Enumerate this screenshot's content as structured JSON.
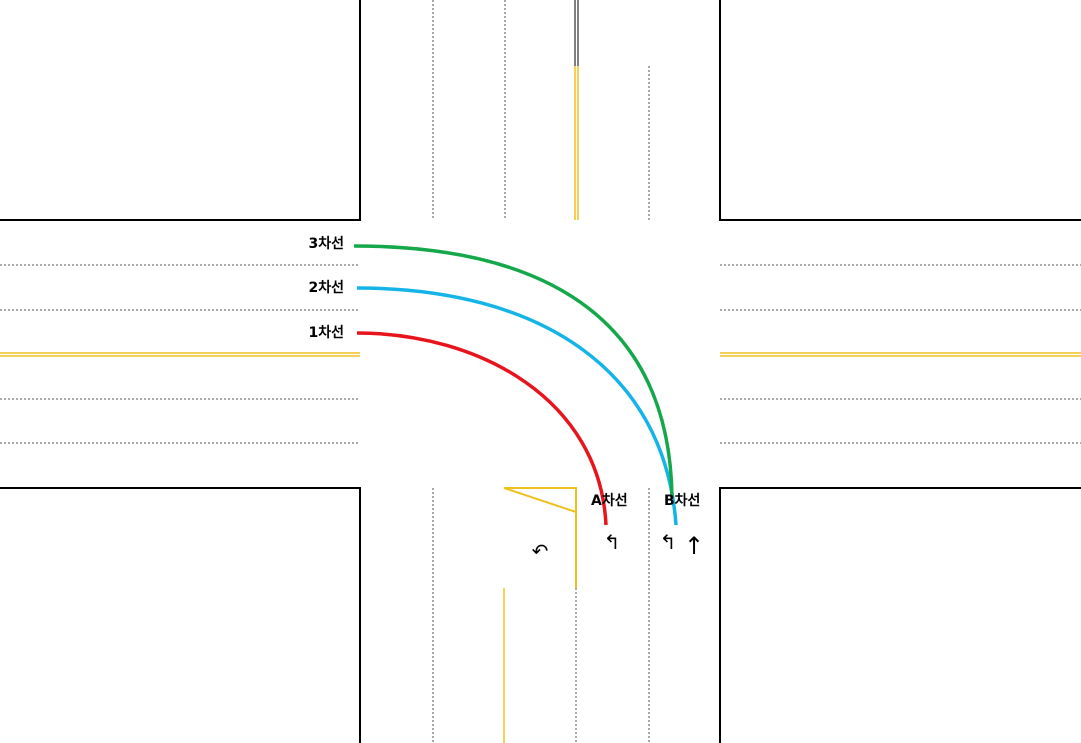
{
  "labels": {
    "lane1": "1차선",
    "lane2": "2차선",
    "lane3": "3차선",
    "laneA": "A차선",
    "laneB": "B차선"
  },
  "arrows": {
    "uturn": "↶",
    "left_a": "↰",
    "left_b": "↰",
    "straight": "↑"
  },
  "icons": {
    "uturn": "u-turn-arrow-icon",
    "left": "left-turn-arrow-icon",
    "straight": "straight-arrow-icon"
  },
  "colors": {
    "lane1_path": "#e8141b",
    "lane2_path": "#14b4e8",
    "lane3_path": "#14a84a",
    "center_line": "#f0c020",
    "curb": "#000000",
    "lane_divider": "#555555"
  }
}
